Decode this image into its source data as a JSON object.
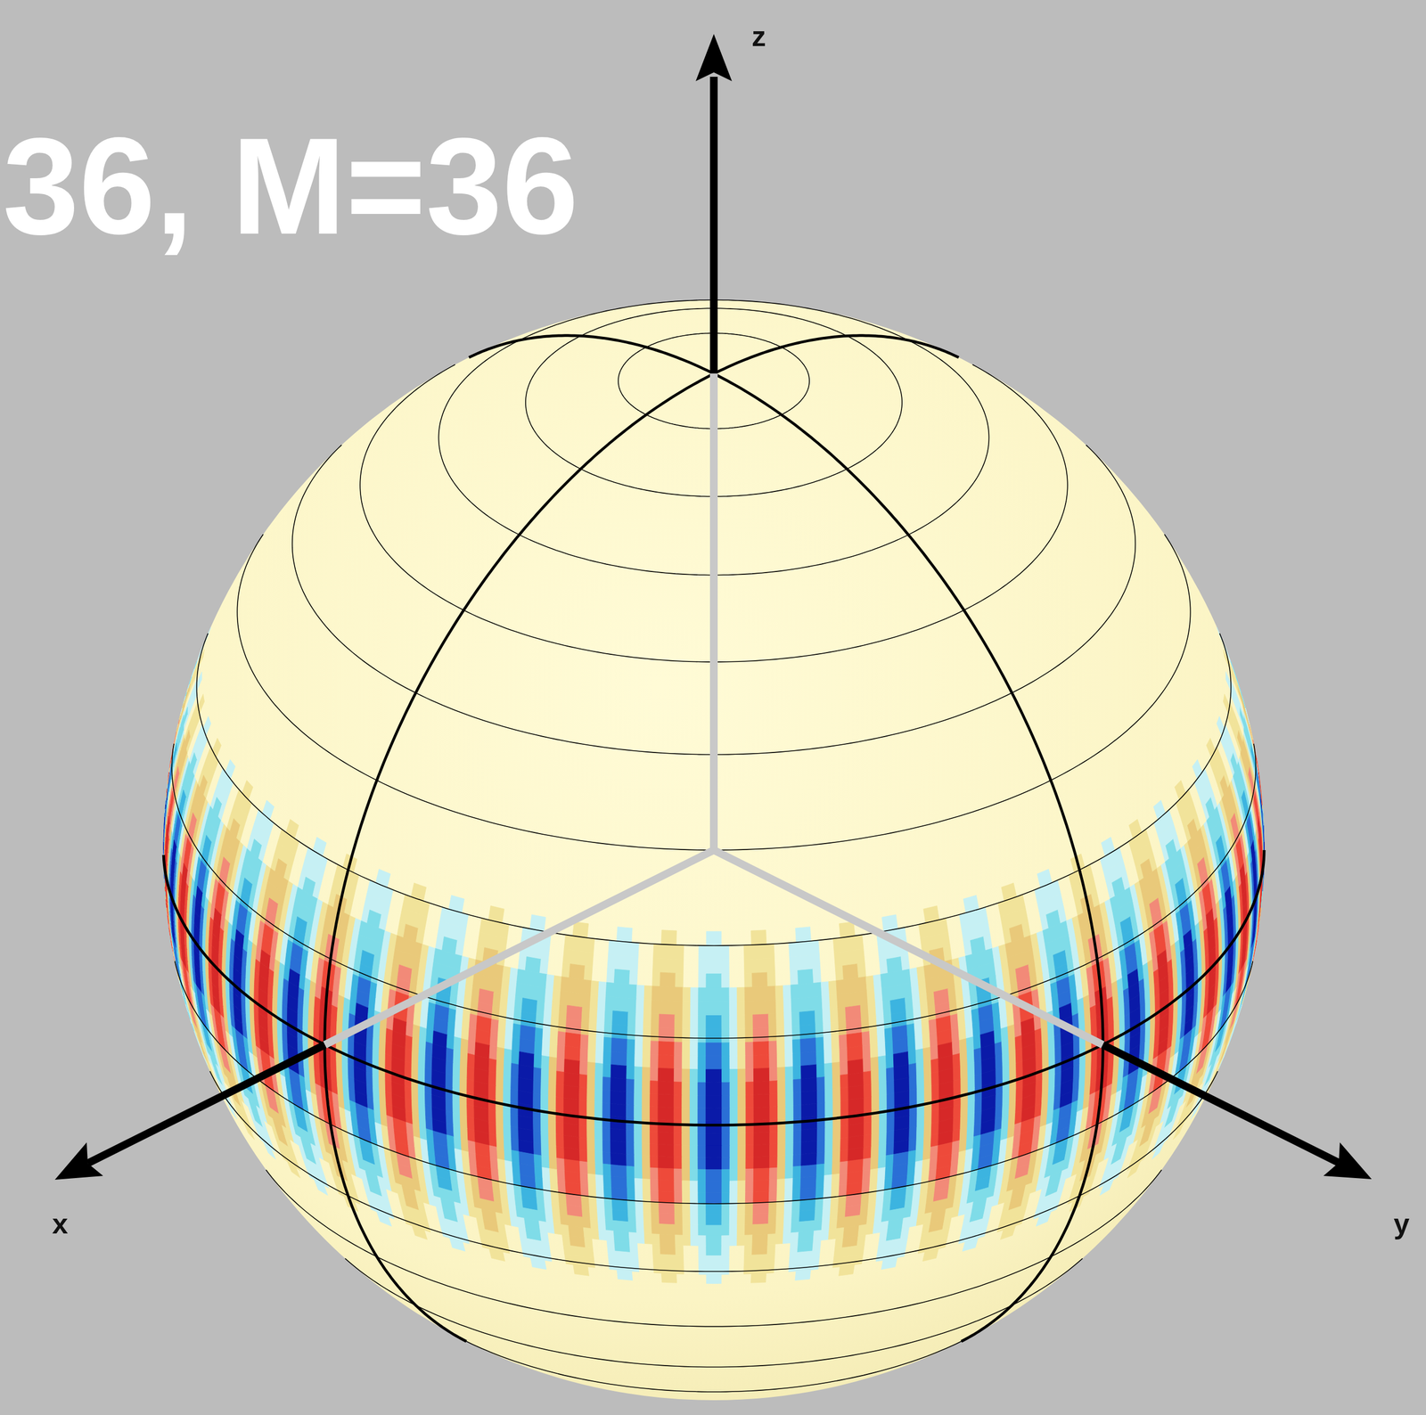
{
  "diagram": {
    "title": "36, M=36",
    "labels": [
      "z",
      "x",
      "y"
    ]
  }
}
